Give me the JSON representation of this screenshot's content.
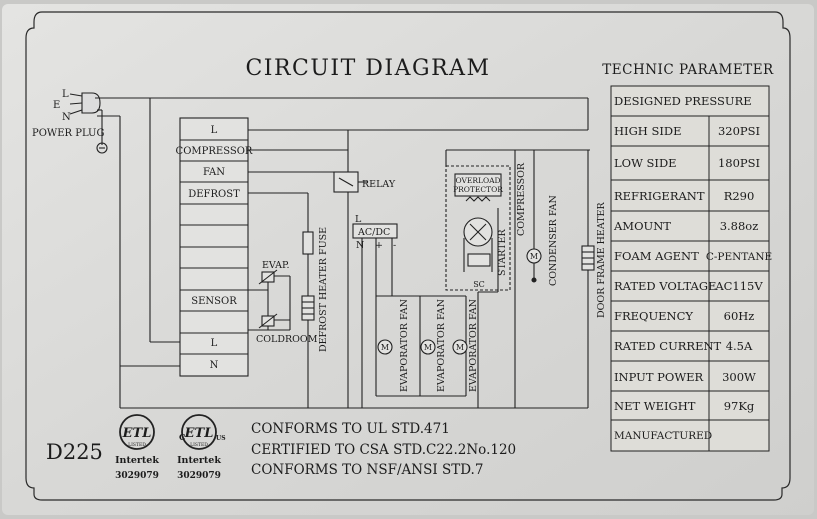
{
  "title": "CIRCUIT DIAGRAM",
  "model": "D225",
  "plug": {
    "pins": [
      "L",
      "E",
      "N"
    ],
    "label": "POWER PLUG"
  },
  "terminal_block": [
    "L",
    "COMPRESSOR",
    "FAN",
    "DEFROST",
    "",
    "",
    "",
    "",
    "SENSOR",
    "L",
    "N"
  ],
  "components": {
    "evap": "EVAP.",
    "coldroom": "COLDROOM",
    "fuse": "FUSE",
    "defrost_heater": "DEFROST HEATER",
    "relay": "RELAY",
    "acdc": "AC/DC",
    "acdc_l": "L",
    "acdc_n": "N",
    "plus": "+",
    "minus": "-",
    "evaporator_fan": "EVAPORATOR FAN",
    "overload_line1": "OVERLOAD",
    "overload_line2": "PROTECTOR",
    "compressor": "COMPRESSOR",
    "starter": "STARTER",
    "sc": "SC",
    "condenser_fan": "CONDENSER FAN",
    "door_frame_heater": "DOOR FRAME HEATER",
    "motor": "M"
  },
  "certifications": {
    "mark": "ETL",
    "listed": "LISTED",
    "c": "C",
    "us": "US",
    "brand": "Intertek",
    "number": "3029079"
  },
  "standards": [
    "CONFORMS TO UL STD.471",
    "CERTIFIED TO CSA STD.C22.2No.120",
    "CONFORMS TO NSF/ANSI STD.7"
  ],
  "technic": {
    "title": "TECHNIC PARAMETER",
    "designed_pressure": "DESIGNED PRESSURE",
    "rows": [
      {
        "label": "HIGH SIDE",
        "value": "320PSI"
      },
      {
        "label": "LOW SIDE",
        "value": "180PSI"
      },
      {
        "label": "REFRIGERANT",
        "value": "R290"
      },
      {
        "label": "AMOUNT",
        "value": "3.88oz"
      },
      {
        "label": "FOAM AGENT",
        "value": "C-PENTANE"
      },
      {
        "label": "RATED VOLTAGE",
        "value": "AC115V"
      },
      {
        "label": "FREQUENCY",
        "value": "60Hz"
      },
      {
        "label": "RATED CURRENT",
        "value": "4.5A"
      },
      {
        "label": "INPUT POWER",
        "value": "300W"
      },
      {
        "label": "NET WEIGHT",
        "value": "97Kg"
      },
      {
        "label": "MANUFACTURED",
        "value": ""
      }
    ]
  }
}
